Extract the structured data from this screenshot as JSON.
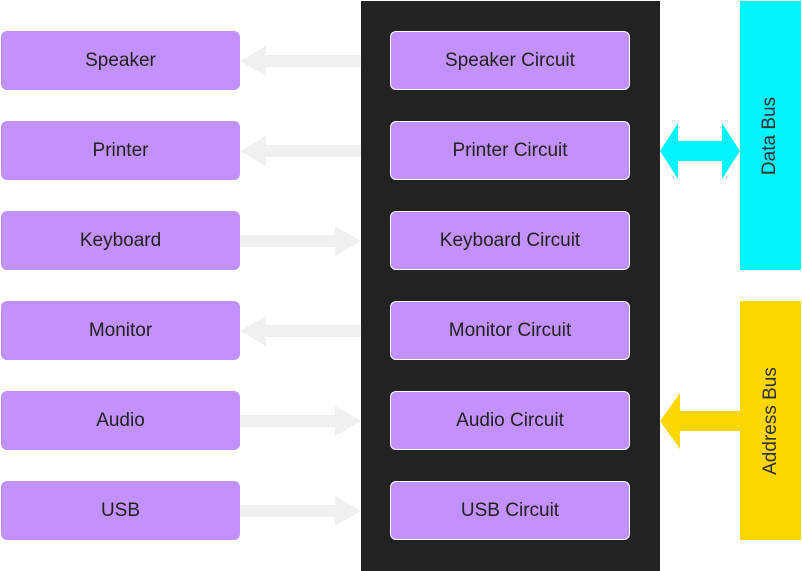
{
  "rows": [
    {
      "device": "Speaker",
      "circuit": "Speaker Circuit",
      "direction": "to-device"
    },
    {
      "device": "Printer",
      "circuit": "Printer Circuit",
      "direction": "to-device"
    },
    {
      "device": "Keyboard",
      "circuit": "Keyboard Circuit",
      "direction": "to-circuit"
    },
    {
      "device": "Monitor",
      "circuit": "Monitor Circuit",
      "direction": "to-device"
    },
    {
      "device": "Audio",
      "circuit": "Audio Circuit",
      "direction": "to-circuit"
    },
    {
      "device": "USB",
      "circuit": "USB Circuit",
      "direction": "to-circuit"
    }
  ],
  "buses": {
    "data": {
      "label": "Data Bus",
      "color": "#00f5ff",
      "arrow": "bidirectional"
    },
    "address": {
      "label": "Address Bus",
      "color": "#ffd700",
      "arrow": "to-circuits"
    }
  },
  "colors": {
    "box": "#c291fd",
    "panel": "#222222",
    "connector": "#f0f0f0"
  }
}
